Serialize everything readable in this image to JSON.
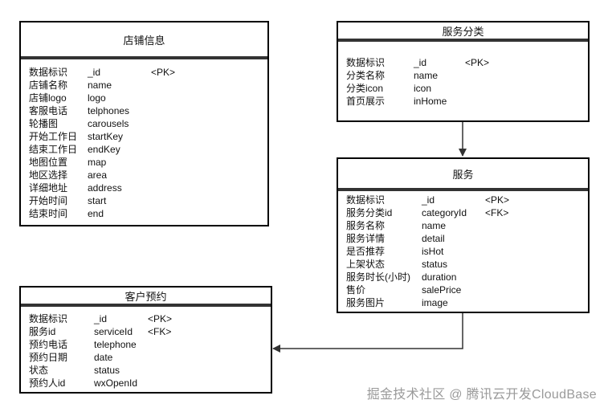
{
  "entities": {
    "shop": {
      "title": "店铺信息",
      "fields": [
        {
          "label": "数据标识",
          "name": "_id",
          "key": "<PK>"
        },
        {
          "label": "店铺名称",
          "name": "name",
          "key": ""
        },
        {
          "label": "店铺logo",
          "name": "logo",
          "key": ""
        },
        {
          "label": "客服电话",
          "name": "telphones",
          "key": ""
        },
        {
          "label": "轮播图",
          "name": "carousels",
          "key": ""
        },
        {
          "label": "开始工作日",
          "name": "startKey",
          "key": ""
        },
        {
          "label": "结束工作日",
          "name": "endKey",
          "key": ""
        },
        {
          "label": "地图位置",
          "name": "map",
          "key": ""
        },
        {
          "label": "地区选择",
          "name": "area",
          "key": ""
        },
        {
          "label": "详细地址",
          "name": "address",
          "key": ""
        },
        {
          "label": "开始时间",
          "name": "start",
          "key": ""
        },
        {
          "label": "结束时间",
          "name": "end",
          "key": ""
        }
      ]
    },
    "category": {
      "title": "服务分类",
      "fields": [
        {
          "label": "数据标识",
          "name": "_id",
          "key": "<PK>"
        },
        {
          "label": "分类名称",
          "name": "name",
          "key": ""
        },
        {
          "label": "分类icon",
          "name": "icon",
          "key": ""
        },
        {
          "label": "首页展示",
          "name": "inHome",
          "key": ""
        }
      ]
    },
    "service": {
      "title": "服务",
      "fields": [
        {
          "label": "数据标识",
          "name": "_id",
          "key": "<PK>"
        },
        {
          "label": "服务分类id",
          "name": "categoryId",
          "key": "<FK>"
        },
        {
          "label": "服务名称",
          "name": "name",
          "key": ""
        },
        {
          "label": "服务详情",
          "name": "detail",
          "key": ""
        },
        {
          "label": "是否推荐",
          "name": "isHot",
          "key": ""
        },
        {
          "label": "上架状态",
          "name": "status",
          "key": ""
        },
        {
          "label": "服务时长(小时)",
          "name": "duration",
          "key": ""
        },
        {
          "label": "售价",
          "name": "salePrice",
          "key": ""
        },
        {
          "label": "服务图片",
          "name": "image",
          "key": ""
        }
      ]
    },
    "booking": {
      "title": "客户预约",
      "fields": [
        {
          "label": "数据标识",
          "name": "_id",
          "key": "<PK>"
        },
        {
          "label": "服务id",
          "name": "serviceId",
          "key": "<FK>"
        },
        {
          "label": "预约电话",
          "name": "telephone",
          "key": ""
        },
        {
          "label": "预约日期",
          "name": "date",
          "key": ""
        },
        {
          "label": "状态",
          "name": "status",
          "key": ""
        },
        {
          "label": "预约人id",
          "name": "wxOpenId",
          "key": ""
        }
      ]
    }
  },
  "relations": [
    {
      "from": "category",
      "to": "service"
    },
    {
      "from": "service",
      "to": "booking"
    }
  ],
  "watermark": "掘金技术社区 @ 腾讯云开发CloudBase",
  "colors": {
    "border": "#000000",
    "header_rule": "#333333",
    "text": "#111111",
    "watermark": "#9a9a9a"
  }
}
